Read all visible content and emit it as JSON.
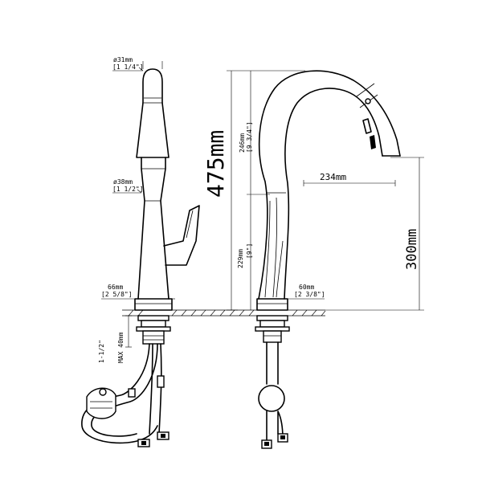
{
  "left_view": {
    "spout_diameter": {
      "mm": "ø31mm",
      "inch": "[1 1/4\"]"
    },
    "body_diameter": {
      "mm": "ø38mm",
      "inch": "[1 1/2\"]"
    },
    "base_width": {
      "mm": "66mm",
      "inch": "[2 5/8\"]"
    },
    "mounting_thickness": {
      "thread": "1-1/2\"",
      "max": "MAX 40mm"
    }
  },
  "right_view": {
    "total_height": "475mm",
    "upper_height": {
      "mm": "246mm",
      "inch": "[9 3/4\"]"
    },
    "lower_height": {
      "mm": "229mm",
      "inch": "[9\"]"
    },
    "reach": "234mm",
    "spout_height": "300mm",
    "base_width": {
      "mm": "60mm",
      "inch": "[2 3/8\"]"
    }
  }
}
